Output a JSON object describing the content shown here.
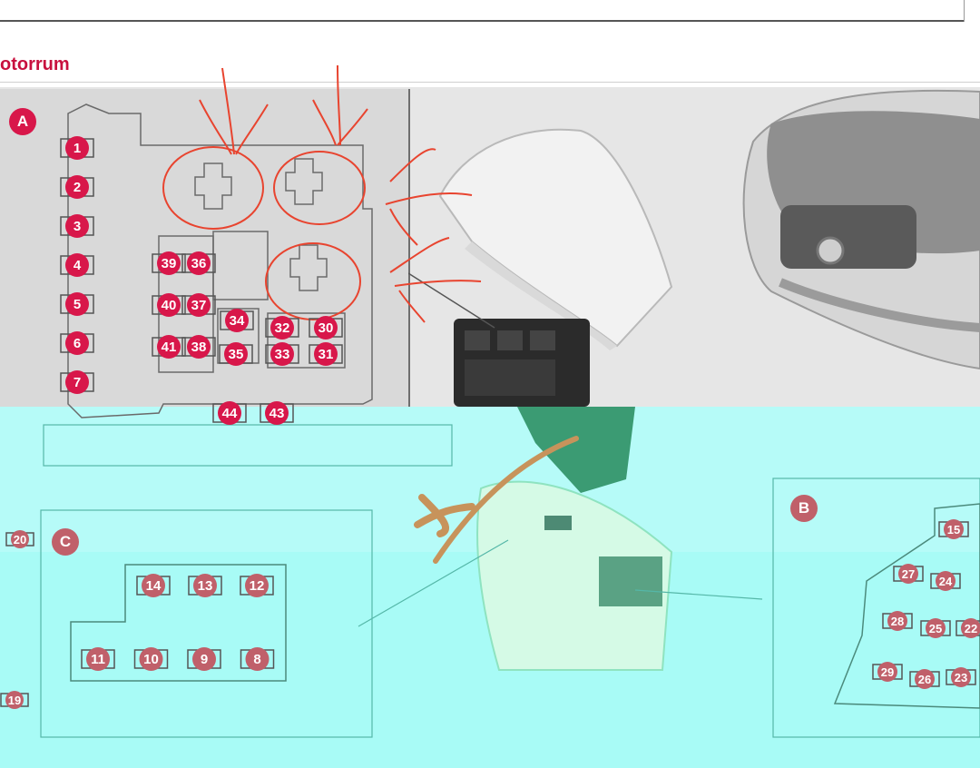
{
  "header": {
    "title": "otorrum"
  },
  "panels": {
    "a_label": "A",
    "b_label": "B",
    "c_label": "C"
  },
  "fuses_a_left": [
    "1",
    "2",
    "3",
    "4",
    "5",
    "6",
    "7"
  ],
  "fuses_a_grid": [
    {
      "n": "39",
      "col": 0,
      "row": 0
    },
    {
      "n": "36",
      "col": 1,
      "row": 0
    },
    {
      "n": "40",
      "col": 0,
      "row": 1
    },
    {
      "n": "37",
      "col": 1,
      "row": 1
    },
    {
      "n": "41",
      "col": 0,
      "row": 2
    },
    {
      "n": "38",
      "col": 1,
      "row": 2
    }
  ],
  "fuses_a_mid": [
    "34",
    "35",
    "32",
    "30",
    "33",
    "31"
  ],
  "fuses_a_bottom": [
    "44",
    "43"
  ],
  "fuses_c": {
    "top": [
      "14",
      "13",
      "12"
    ],
    "bottom": [
      "11",
      "10",
      "9",
      "8"
    ]
  },
  "fuses_b": [
    "15",
    "27",
    "24",
    "28",
    "25",
    "22",
    "29",
    "26",
    "23"
  ],
  "fuses_left_edge": [
    "20",
    "19"
  ],
  "colors": {
    "fuse_red": "#d8174a",
    "fuse_red_dim": "#c0606a",
    "annotation": "#e8442f",
    "pen": "#c7935b",
    "cyan_bg": "#b6fbf8",
    "title_red": "#c8103e"
  }
}
